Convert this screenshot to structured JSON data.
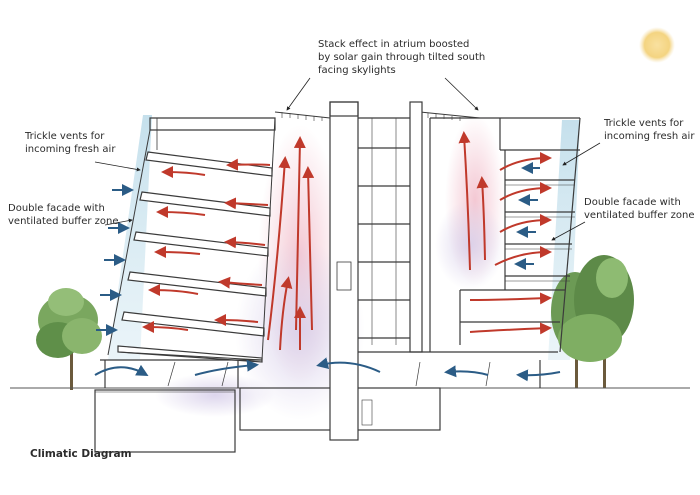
{
  "labels": {
    "stack_effect": [
      "Stack effect in atrium boosted",
      "by solar gain through tilted south",
      "facing skylights"
    ],
    "trickle_left": [
      "Trickle vents for",
      "incoming fresh air"
    ],
    "double_facade_left": [
      "Double facade with",
      "ventilated buffer zone"
    ],
    "trickle_right": [
      "Trickle vents for",
      "incoming fresh air"
    ],
    "double_facade_right": [
      "Double facade with",
      "ventilated buffer zone"
    ]
  },
  "caption": "Climatic Diagram",
  "colors": {
    "warm_air": "#c0392b",
    "cool_air": "#2b5c86",
    "atrium_glow": "#f3c8d3",
    "buffer_zone": "#b9dbe9",
    "sun": "#f7d98a",
    "tree": "#6a9b52",
    "structure": "#3b3b3b"
  },
  "icons": [
    "sun-icon",
    "tree-icon"
  ]
}
